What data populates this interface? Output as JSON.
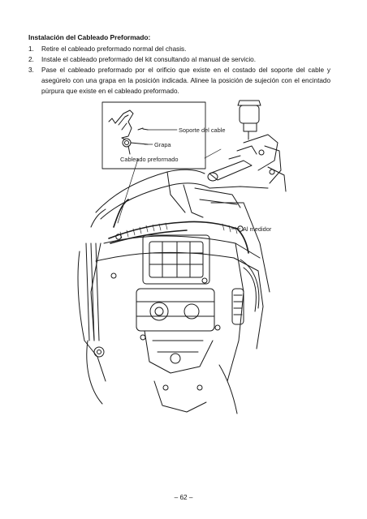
{
  "section": {
    "title": "Instalación del Cableado Preformado:"
  },
  "steps": [
    {
      "number": "1.",
      "text": "Retire el cableado preformado normal del chasis."
    },
    {
      "number": "2.",
      "text": "Instale el cableado preformado del kit consultando al manual de servicio."
    },
    {
      "number": "3.",
      "text": "Pase el cableado preformado por el orificio que existe en el costado del soporte del cable y asegúrelo con una grapa en la posición indicada. Alinee la posición de sujeción con el encintado púrpura que existe en el cableado preformado."
    }
  ],
  "figure": {
    "callouts": {
      "cable_support": "Soporte del cable",
      "clamp": "Grapa",
      "harness": "Cableado preformado",
      "to_meter": "Al medidor"
    }
  },
  "footer": {
    "page_number": "– 62 –"
  }
}
